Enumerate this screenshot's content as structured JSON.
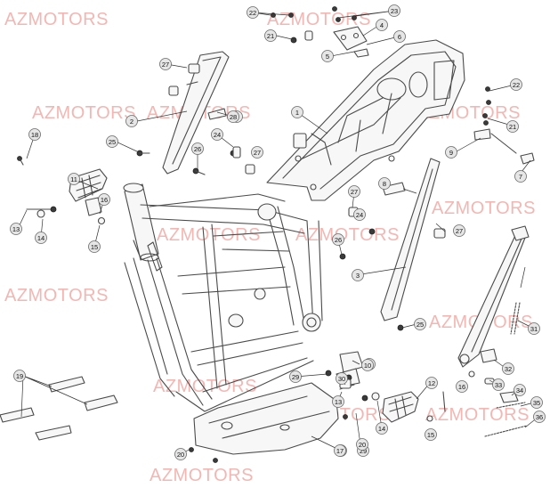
{
  "watermark": "AZMOTORS",
  "colors": {
    "watermark": "#f2b7b3",
    "line": "#4a4a4a",
    "callout_fill": "#e6e6e6"
  },
  "part_numbers": [
    "1",
    "2",
    "3",
    "4",
    "5",
    "6",
    "7",
    "8",
    "9",
    "10",
    "11",
    "12",
    "13",
    "14",
    "15",
    "16",
    "17",
    "18",
    "19",
    "20",
    "21",
    "22",
    "23",
    "24",
    "25",
    "26",
    "27",
    "28",
    "29",
    "30",
    "31",
    "32",
    "33",
    "34",
    "35",
    "36"
  ]
}
